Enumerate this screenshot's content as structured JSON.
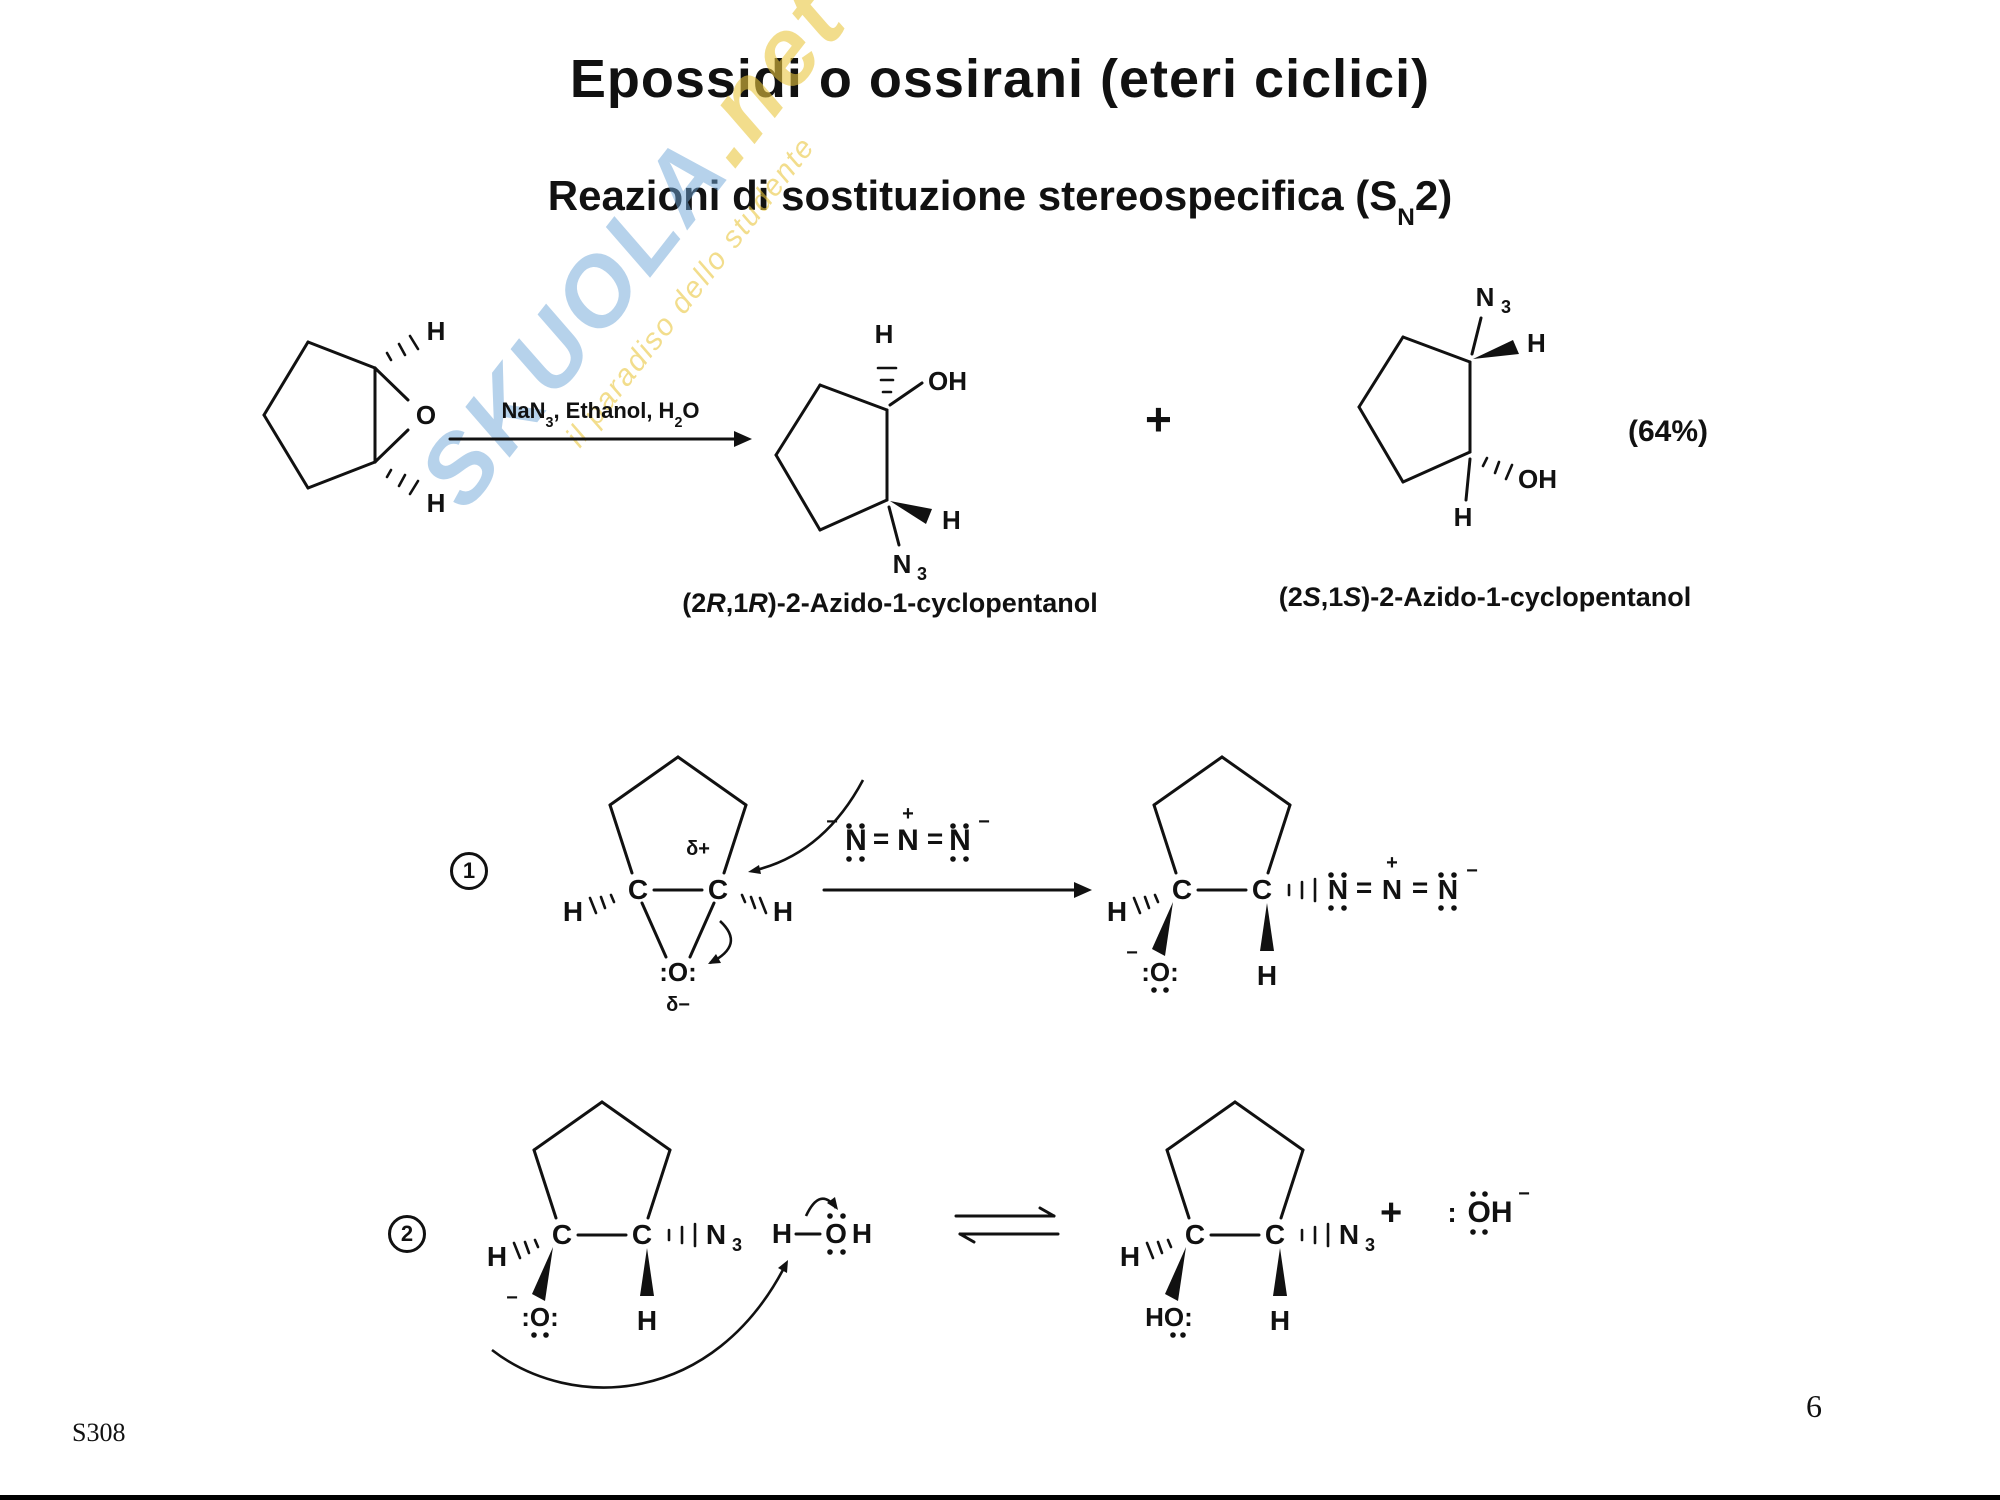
{
  "page": {
    "title": "Epossidi o ossirani (eteri ciclici)",
    "subtitle_pre": "Reazioni di sostituzione stereospecifica (S",
    "subtitle_sub": "N",
    "subtitle_post": "2)",
    "footer_code": "S308",
    "page_number": "6"
  },
  "watermark": {
    "brand": "SKUOLA",
    "suffix": ".net",
    "tagline": "il paradiso dello studente",
    "brand_color": "#6ea5d7",
    "accent_color": "#e9c63f"
  },
  "reaction": {
    "reagents_a": "NaN",
    "reagents_b": "3",
    "reagents_c": ", Ethanol, H",
    "reagents_d": "2",
    "reagents_e": "O",
    "plus": "+",
    "yield": "(64%)",
    "product1_a": "(2",
    "product1_b": "R",
    "product1_c": ",1",
    "product1_d": "R",
    "product1_e": ")-2-Azido-1-cyclopentanol",
    "product2_a": "(2",
    "product2_b": "S",
    "product2_c": ",1",
    "product2_d": "S",
    "product2_e": ")-2-Azido-1-cyclopentanol"
  },
  "mechanism": {
    "step1": "1",
    "step2": "2",
    "delta_plus": "δ+",
    "delta_minus": "δ−"
  },
  "sym": {
    "H": "H",
    "C": "C",
    "O": "O",
    "N": "N",
    "OH": "OH",
    "HO": "HO:",
    "O_lp": ":O:",
    "sub3": "3",
    "plus": "+",
    "minus": "−",
    "eq": "=",
    "colon": ":"
  }
}
